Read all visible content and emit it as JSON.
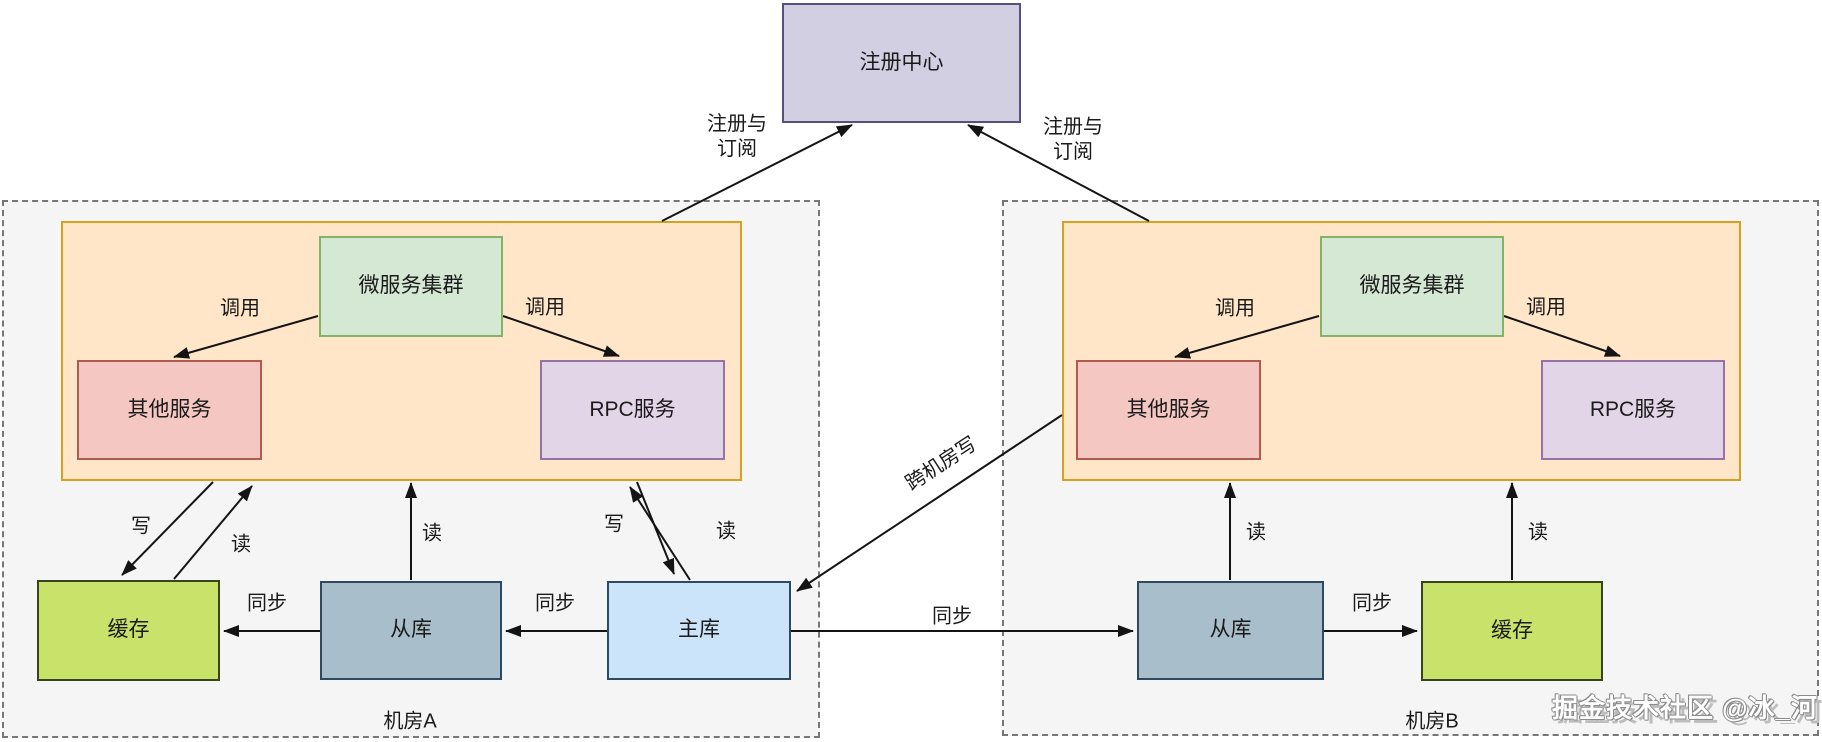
{
  "registry": {
    "label": "注册中心"
  },
  "nodes": {
    "cluster": "微服务集群",
    "other_service": "其他服务",
    "rpc_service": "RPC服务",
    "cache": "缓存",
    "slave_db": "从库",
    "master_db": "主库"
  },
  "rooms": {
    "a": {
      "label": "机房A"
    },
    "b": {
      "label": "机房B"
    }
  },
  "edge_labels": {
    "register_line1": "注册与",
    "register_line2": "订阅",
    "call": "调用",
    "write": "写",
    "read": "读",
    "sync": "同步",
    "cross_room_write": "跨机房写"
  },
  "watermark": {
    "text": "掘金技术社区 @冰_河"
  },
  "colors": {
    "page_bg": "#ffffff",
    "region_fill": "#f5f5f5",
    "region_border": "#777777",
    "registry_fill": "#d1cfe1",
    "registry_border": "#55507c",
    "zone_fill": "#ffe6c9",
    "zone_border": "#d6a11f",
    "cluster_fill": "#d5e8d4",
    "cluster_border": "#82b366",
    "other_fill": "#f4c7c3",
    "other_border": "#b05a50",
    "rpc_fill": "#e1d5e7",
    "rpc_border": "#9673a6",
    "cache_fill": "#c9e26a",
    "cache_border": "#39441f",
    "slave_fill": "#a9becb",
    "slave_border": "#2e4a60",
    "master_fill": "#cbe4f9",
    "master_border": "#2e4a60",
    "arrow": "#141414",
    "text": "#1a1a1a",
    "watermark_fill": "#ffffff",
    "watermark_outline": "#8a8a8a",
    "watermark_ghost": "#bdbdbd"
  }
}
